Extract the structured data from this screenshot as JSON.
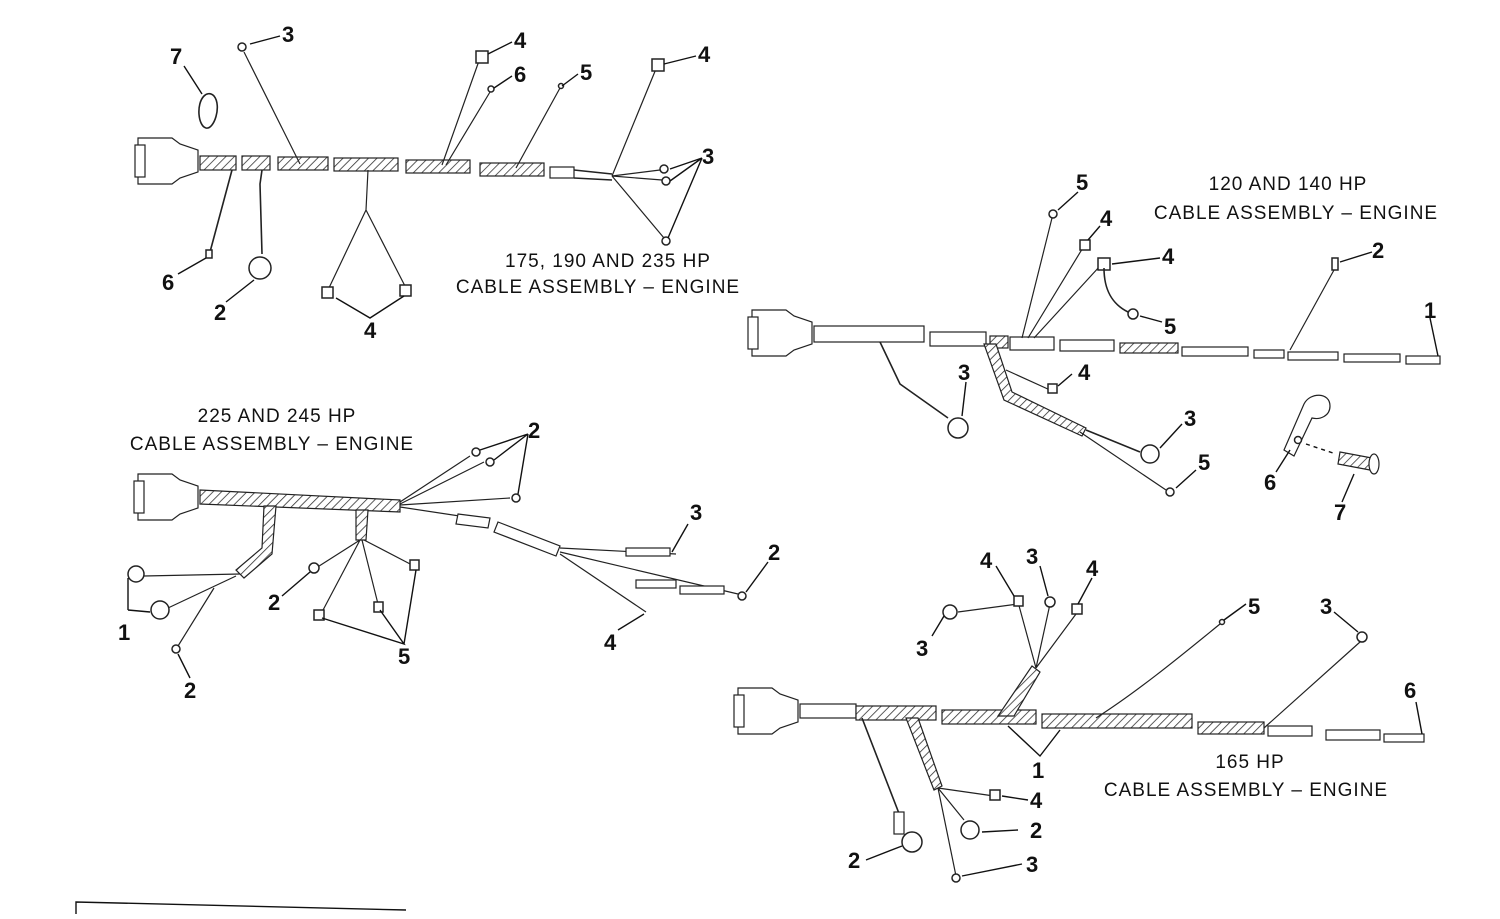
{
  "diagram": {
    "assemblies": [
      {
        "id": "a",
        "caption_lines": [
          "175, 190 AND 235 HP",
          "CABLE ASSEMBLY – ENGINE"
        ],
        "callouts": [
          "3",
          "7",
          "4",
          "6",
          "5",
          "4",
          "3",
          "6",
          "2",
          "4"
        ]
      },
      {
        "id": "b",
        "caption_lines": [
          "120 AND 140 HP",
          "CABLE ASSEMBLY – ENGINE"
        ],
        "callouts": [
          "5",
          "4",
          "4",
          "5",
          "2",
          "1",
          "3",
          "4",
          "3",
          "5",
          "6",
          "7"
        ]
      },
      {
        "id": "c",
        "caption_lines": [
          "225 AND 245 HP",
          "CABLE ASSEMBLY – ENGINE"
        ],
        "callouts": [
          "2",
          "3",
          "2",
          "2",
          "1",
          "2",
          "5",
          "4"
        ]
      },
      {
        "id": "d",
        "caption_lines": [
          "165 HP",
          "CABLE ASSEMBLY – ENGINE"
        ],
        "callouts": [
          "4",
          "3",
          "4",
          "5",
          "3",
          "3",
          "6",
          "1",
          "4",
          "2",
          "2",
          "3"
        ]
      }
    ]
  }
}
